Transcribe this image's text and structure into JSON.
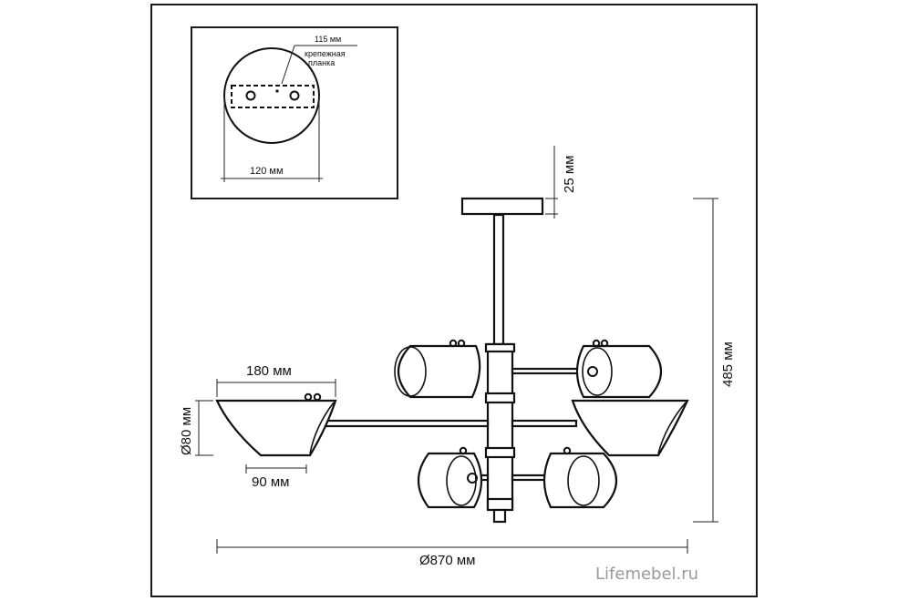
{
  "inset": {
    "label_115": "115 мм",
    "label_plate_1": "крепежная",
    "label_plate_2": "планка",
    "label_120": "120 мм"
  },
  "dimensions": {
    "canopy_height": "25 мм",
    "total_height": "485 мм",
    "shade_width": "180 мм",
    "shade_diameter": "Ø80 мм",
    "shade_depth": "90 мм",
    "total_diameter": "Ø870 мм"
  },
  "watermark": "Lifemebel.ru"
}
